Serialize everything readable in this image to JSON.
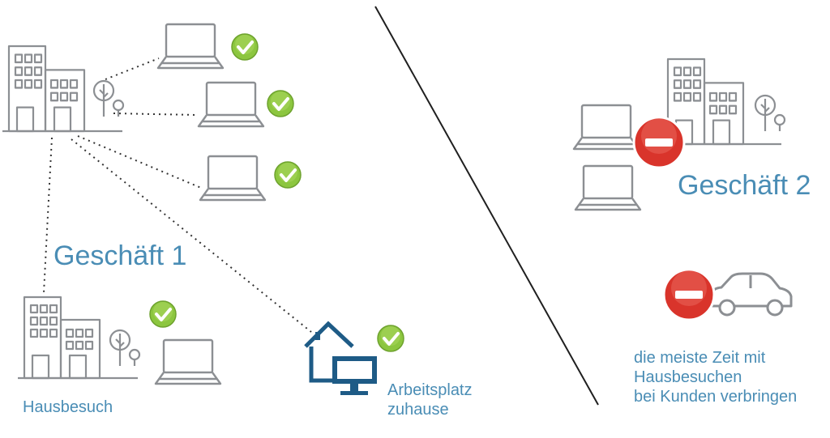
{
  "diagram": {
    "left": {
      "title": "Geschäft 1",
      "home_visit_label": "Hausbesuch",
      "home_office_label": [
        "Arbeitsplatz",
        "zuhause"
      ]
    },
    "right": {
      "title": "Geschäft 2",
      "note_lines": [
        "die meiste Zeit mit",
        "Hausbesuchen",
        "bei Kunden verbringen"
      ]
    }
  },
  "colors": {
    "outline": "#8c8f93",
    "text": "#4a8db5",
    "home_icon": "#1e5b86",
    "check": "#8cc63f",
    "blocked": "#d9342b"
  },
  "icons": [
    "building-icon",
    "tree-icon",
    "laptop-icon",
    "check-icon",
    "house-icon",
    "monitor-icon",
    "blocked-icon",
    "car-icon"
  ]
}
